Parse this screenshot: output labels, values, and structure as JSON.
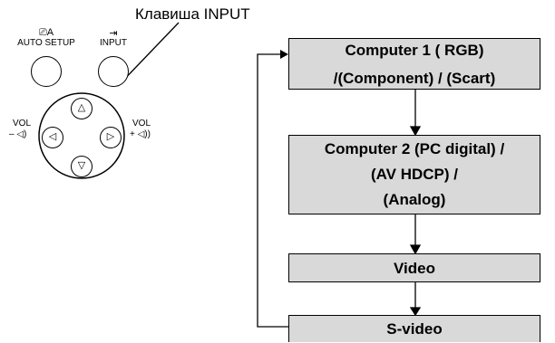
{
  "callout": {
    "text": "Клавиша INPUT"
  },
  "controls": {
    "auto_setup": {
      "icon_glyph": "⎚A",
      "label": "AUTO SETUP"
    },
    "input": {
      "icon_glyph": "⇥",
      "label": "INPUT"
    },
    "vol_minus": {
      "label": "VOL",
      "symbol": "– ◁)"
    },
    "vol_plus": {
      "label": "VOL",
      "symbol": "+ ◁))"
    },
    "dpad": {
      "up": "△",
      "down": "▽",
      "left": "◁",
      "right": "▷"
    }
  },
  "flow": {
    "boxes": [
      {
        "lines": [
          "Computer 1 ( RGB)",
          "/(Component) / (Scart)"
        ]
      },
      {
        "lines": [
          "Computer 2 (PC digital) /",
          "(AV HDCP) /",
          "(Analog)"
        ]
      },
      {
        "lines": [
          "Video"
        ]
      },
      {
        "lines": [
          "S-video"
        ]
      }
    ],
    "box_fill": "#d9d9d9"
  }
}
